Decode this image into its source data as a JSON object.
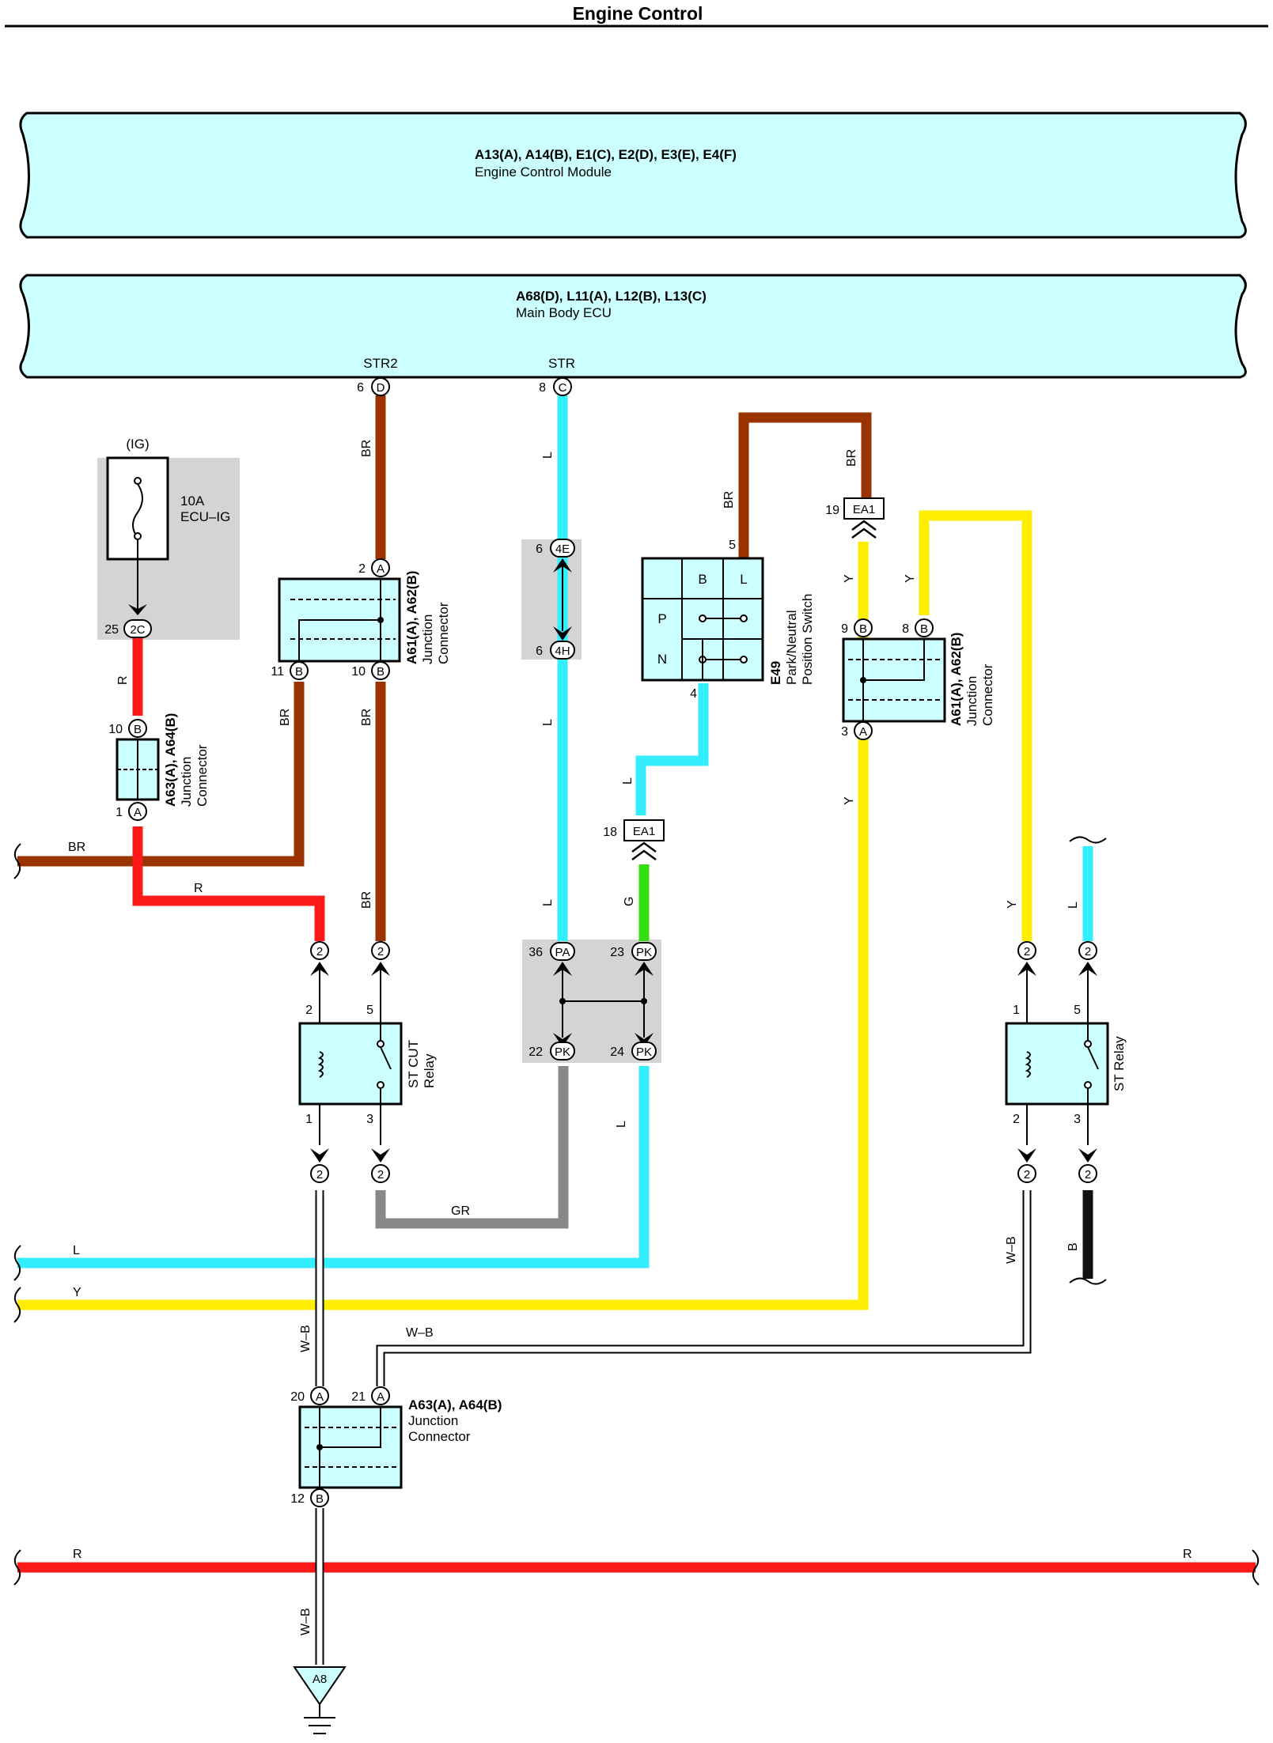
{
  "title": "Engine Control",
  "colors": {
    "br": "#993300",
    "l": "#33eeff",
    "y": "#ffee00",
    "r": "#ff1a1a",
    "g": "#33dd11",
    "gr": "#888888",
    "b": "#111111",
    "box": "#ccffff",
    "shade": "#d4d4d4"
  },
  "ecm": {
    "codes": "A13(A), A14(B), E1(C), E2(D), E3(E), E4(F)",
    "name": "Engine Control Module"
  },
  "ecu": {
    "codes": "A68(D), L11(A), L12(B), L13(C)",
    "name": "Main Body ECU",
    "str2": "STR2",
    "str": "STR",
    "str2_pin": "6",
    "str2_conn": "D",
    "str_pin": "8",
    "str_conn": "C"
  },
  "fuse": {
    "source": "(IG)",
    "rating": "10A",
    "name": "ECU–IG",
    "pin": "25",
    "conn": "2C"
  },
  "jc_left": {
    "codes": "A63(A), A64(B)",
    "line1": "Junction",
    "line2": "Connector",
    "pin_top": "10",
    "conn_top": "B",
    "pin_bot": "1",
    "conn_bot": "A"
  },
  "jc_mid": {
    "codes": "A61(A), A62(B)",
    "line1": "Junction",
    "line2": "Connector",
    "pin_top": "2",
    "conn_top": "A",
    "pin_bl": "11",
    "conn_bl": "B",
    "pin_br": "10",
    "conn_br": "B"
  },
  "jc_right": {
    "codes": "A61(A), A62(B)",
    "line1": "Junction",
    "line2": "Connector",
    "pin_tl": "9",
    "conn_tl": "B",
    "pin_tr": "8",
    "conn_tr": "B",
    "pin_bot": "3",
    "conn_bot": "A"
  },
  "jc_bottom": {
    "codes": "A63(A), A64(B)",
    "line1": "Junction",
    "line2": "Connector",
    "pin_tl": "20",
    "conn_tl": "A",
    "pin_tr": "21",
    "conn_tr": "A",
    "pin_bot": "12",
    "conn_bot": "B"
  },
  "pnp": {
    "code": "E49",
    "line1": "Park/Neutral",
    "line2": "Position Switch",
    "col_b": "B",
    "col_l": "L",
    "row_p": "P",
    "row_n": "N",
    "pin_top": "5",
    "pin_bot": "4"
  },
  "ea1_top": {
    "label": "EA1",
    "pin": "19"
  },
  "ea1_mid": {
    "label": "EA1",
    "pin": "18"
  },
  "conn4": {
    "pin_top": "6",
    "conn_top": "4E",
    "pin_bot": "6",
    "conn_bot": "4H"
  },
  "pk_block": {
    "p36": "36",
    "c36": "PA",
    "p23": "23",
    "c23": "PK",
    "p22": "22",
    "c22": "PK",
    "p24": "24",
    "c24": "PK"
  },
  "st_cut_relay": {
    "line1": "ST CUT",
    "line2": "Relay",
    "p2": "2",
    "p5": "5",
    "p1": "1",
    "p3": "3",
    "conn": "2"
  },
  "st_relay": {
    "line1": "ST Relay",
    "p1": "1",
    "p5": "5",
    "p2": "2",
    "p3": "3",
    "conn": "2"
  },
  "ground": {
    "label": "A8"
  },
  "wires": {
    "br": "BR",
    "l": "L",
    "y": "Y",
    "r": "R",
    "g": "G",
    "gr": "GR",
    "wb": "W–B",
    "b": "B"
  }
}
